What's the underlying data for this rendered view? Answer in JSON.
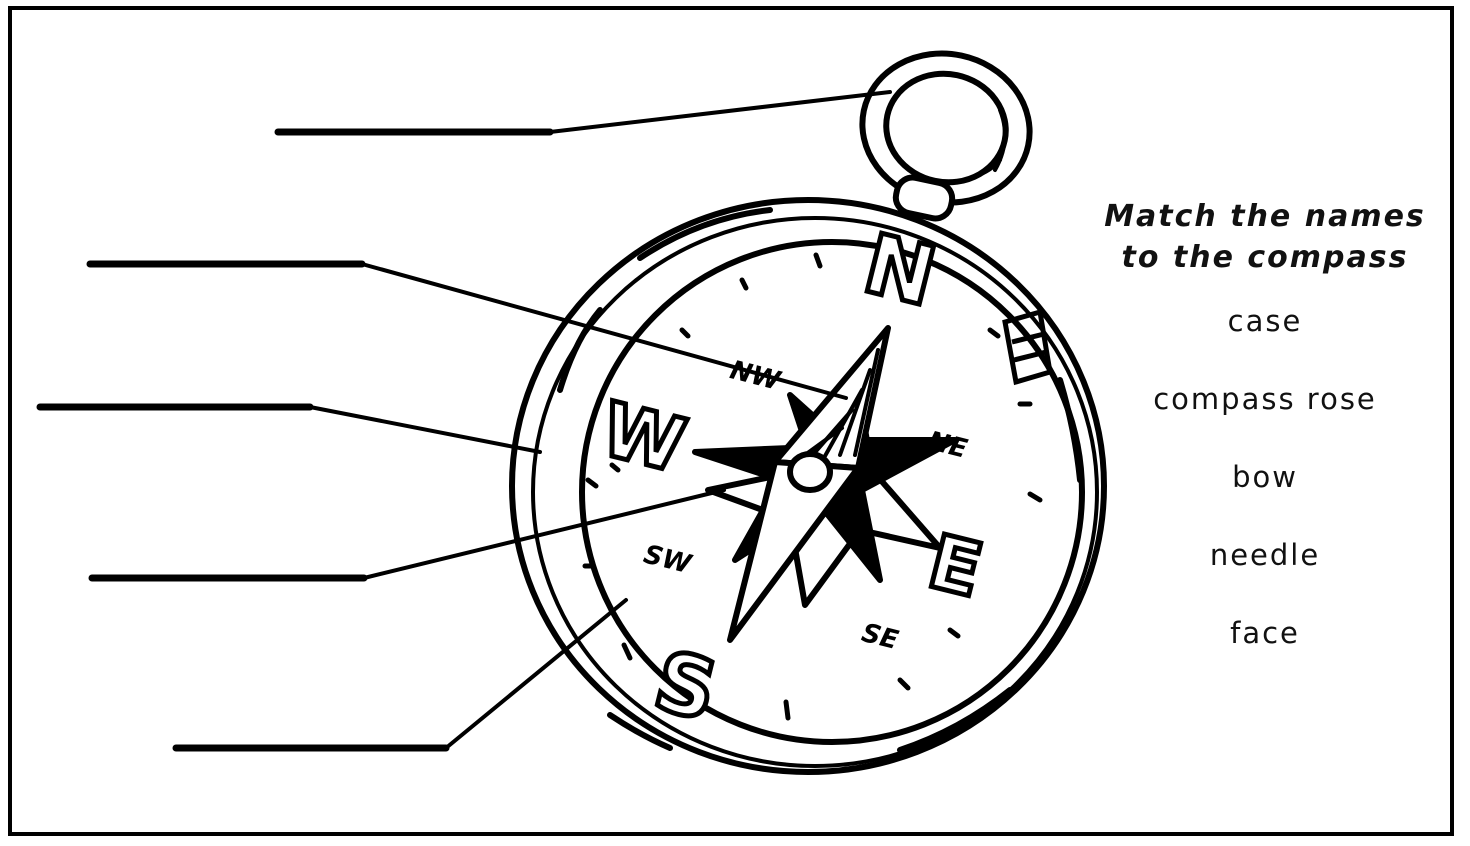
{
  "instruction": {
    "line1": "Match the names",
    "line2": "to the compass"
  },
  "word_bank": [
    "case",
    "compass rose",
    "bow",
    "needle",
    "face"
  ],
  "compass_letters": {
    "north": "N",
    "east": "E",
    "south": "S",
    "west": "W",
    "northwest": "NW",
    "northeast": "NE",
    "southwest": "SW",
    "southeast": "SE"
  },
  "answer_lines_count": 5,
  "colors": {
    "ink": "#000000",
    "paper": "#ffffff"
  }
}
